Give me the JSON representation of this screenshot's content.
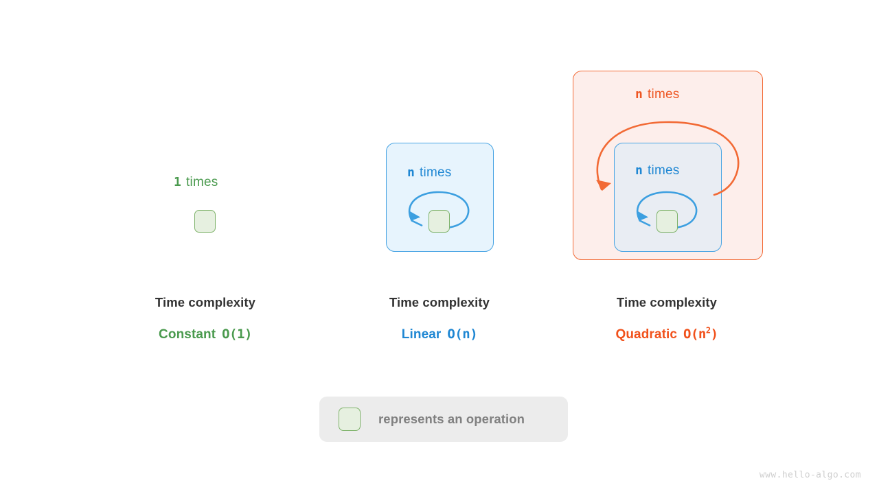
{
  "diagram": {
    "title_watermark": "www.hello-algo.com",
    "columns": [
      {
        "id": "constant",
        "loop_label_count": "1",
        "loop_label_word": "times",
        "caption_title": "Time complexity",
        "caption_name": "Constant",
        "caption_notation": "O(1)",
        "caption_notation_base": "O(1)",
        "caption_notation_exponent": "",
        "accent_color": "#4a9a4e"
      },
      {
        "id": "linear",
        "loop_label_count": "n",
        "loop_label_word": "times",
        "caption_title": "Time complexity",
        "caption_name": "Linear",
        "caption_notation": "O(n)",
        "caption_notation_base": "O(n)",
        "caption_notation_exponent": "",
        "accent_color": "#1f87d3"
      },
      {
        "id": "quadratic",
        "loop_label_count": "n",
        "loop_label_word": "times",
        "inner_loop_label_count": "n",
        "inner_loop_label_word": "times",
        "caption_title": "Time complexity",
        "caption_name": "Quadratic",
        "caption_notation": "O(n^2)",
        "caption_notation_base": "O(n",
        "caption_notation_exponent": "2",
        "caption_notation_tail": ")",
        "accent_color": "#f1511b"
      }
    ],
    "legend": {
      "swatch_name": "operation-square",
      "text": "represents an operation"
    },
    "colors": {
      "green_fill": "#e6f0e0",
      "green_stroke": "#7fb36b",
      "blue_fill": "#e7f4fd",
      "blue_stroke": "#46a3e3",
      "blue_inner_fill": "#e9edf3",
      "orange_fill": "#fdeeeb",
      "orange_stroke": "#f26a35",
      "title_color": "#333333",
      "legend_bg": "#ececec",
      "legend_text": "#808080",
      "watermark": "#cfcfcf"
    }
  }
}
